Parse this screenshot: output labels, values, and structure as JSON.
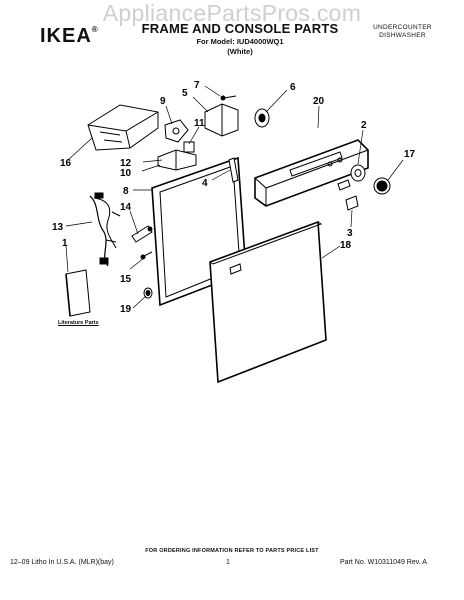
{
  "watermark": "AppliancePartsPros.com",
  "header": {
    "brand": "IKEA",
    "trademark": "®",
    "title": "FRAME AND CONSOLE PARTS",
    "model_line": "For Model: IUD4000WQ1",
    "color_line": "(White)",
    "product_line1": "UNDERCOUNTER",
    "product_line2": "DISHWASHER"
  },
  "diagram": {
    "callouts": [
      "1",
      "2",
      "3",
      "4",
      "5",
      "6",
      "7",
      "8",
      "9",
      "10",
      "11",
      "12",
      "13",
      "14",
      "15",
      "16",
      "17",
      "18",
      "19",
      "20"
    ],
    "literature_label": "Literature Parts"
  },
  "footer": {
    "ordering_note": "FOR ORDERING INFORMATION REFER TO PARTS PRICE LIST",
    "print_info": "12–09 Litho In U.S.A. (MLR)(bay)",
    "page_number": "1",
    "part_number": "Part No. W10311049 Rev. A"
  }
}
